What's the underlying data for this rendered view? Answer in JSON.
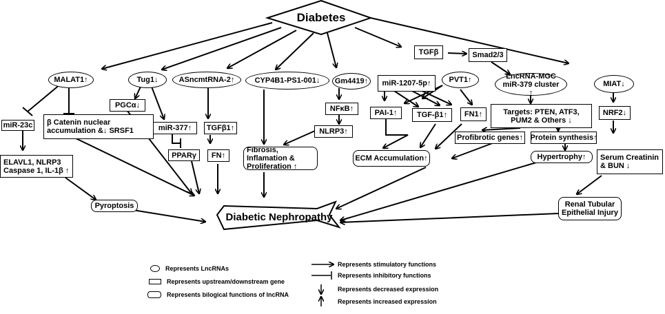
{
  "diagram": {
    "nodes": {
      "diabetes": "Diabetes",
      "malat1": "MALAT1↑",
      "tug1": "Tug1↓",
      "asncmt": "ASncmtRNA-2↑",
      "cyp4b1": "CYP4B1-PS1-001↓",
      "gm4419": "Gm4419↑",
      "tgfb": "TGFβ",
      "smad": "Smad2/3",
      "mir1207": "miR-1207-5p↑",
      "pvt1": "PVT1↑",
      "lncmgc": "LncRNA-MGC miR-379 cluster ↑",
      "miat": "MIAT↓",
      "mir23c": "miR-23c",
      "catenin": "β Catenin nuclear accumulation &↓ SRSF1",
      "pgc": "PGCα↓",
      "mir377": "miR-377↑",
      "tgfb1a": "TGFβ1↑",
      "nfkb": "NFκB↑",
      "pai1": "PAI-1↑",
      "tgfb1b": "TGF-β1↑",
      "fn1": "FN1↑",
      "targets": "Targets: PTEN, ATF3, PUM2 & Others ↓",
      "nrf2": "NRF2↓",
      "elavl": "ELAVL1, NLRP3 Caspase 1, IL-1β ↑",
      "ppar": "PPARγ",
      "fn": "FN↑",
      "nlrp3": "NLRP3↑",
      "fibrosis": "Fibrosis, Inflamation & Proliferation ↑",
      "profib": "Profibrotic genes↑",
      "protein": "Protein synthesis↑",
      "ecm": "ECM Accumulation↑",
      "hypertrophy": "Hypertrophy↑",
      "serum": "Serum Creatinin & BUN ↓",
      "pyroptosis": "Pyroptosis",
      "renal": "Renal Tubular Epithelial Injury",
      "dn": "Diabetic Nephropathy"
    },
    "legend": {
      "lncrna": "Represents LncRNAs",
      "gene": "Represents upstream/downstream gene",
      "bio": "Represents bilogical functions of lncRNA",
      "stim": "Represents stimulatory functions",
      "inhib": "Represents inhibitory functions",
      "dec": "Represents decreased expression",
      "inc": "Represents increased expression",
      "stim_icon": "arrow-right-icon",
      "inhib_icon": "inhibit-bar-icon",
      "dec_icon": "arrow-down-icon",
      "inc_icon": "arrow-up-icon"
    }
  }
}
